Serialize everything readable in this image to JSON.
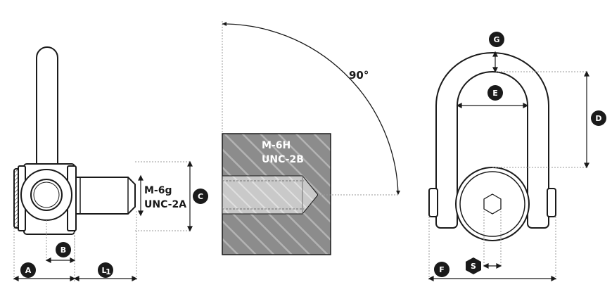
{
  "left_view": {
    "thread_line1": "M-6g",
    "thread_line2": "UNC-2A",
    "dims": {
      "A": "A",
      "B": "B",
      "C": "C",
      "L1": "L",
      "L1_sub": "1"
    }
  },
  "center_view": {
    "thread_line1": "M-6H",
    "thread_line2": "UNC-2B",
    "angle": "90°"
  },
  "right_view": {
    "dims": {
      "G": "G",
      "E": "E",
      "D": "D",
      "F": "F",
      "S": "S"
    }
  },
  "colors": {
    "ink": "#1a1a1a",
    "block": "#888888",
    "hatch": "#a9a9a9",
    "dash": "#9a9a9a"
  }
}
